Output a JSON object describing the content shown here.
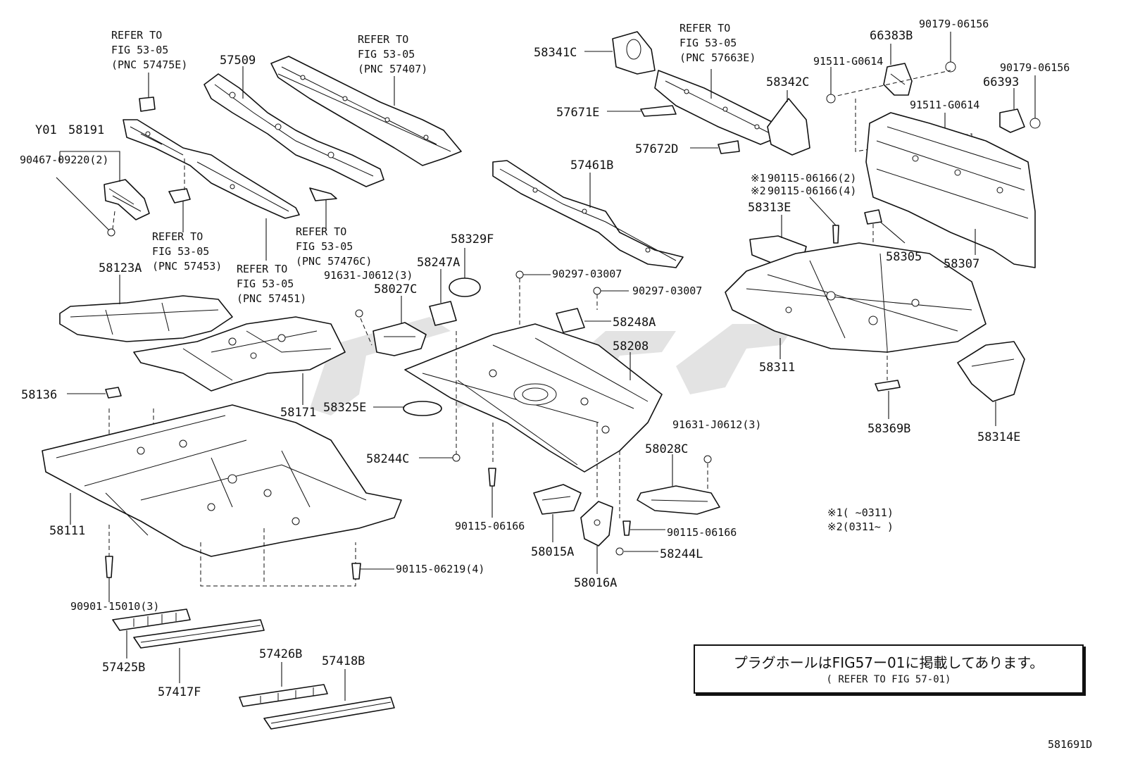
{
  "refs": {
    "r1": [
      "REFER TO",
      "FIG 53-05",
      "(PNC 57475E)"
    ],
    "r2": [
      "REFER TO",
      "FIG 53-05",
      "(PNC 57407)"
    ],
    "r3": [
      "REFER TO",
      "FIG 53-05",
      "(PNC 57663E)"
    ],
    "r4": [
      "REFER TO",
      "FIG 53-05",
      "(PNC 57453)"
    ],
    "r5": [
      "REFER TO",
      "FIG 53-05",
      "(PNC 57451)"
    ],
    "r6": [
      "REFER TO",
      "FIG 53-05",
      "(PNC 57476C)"
    ]
  },
  "labels": {
    "y01": "Y01",
    "p58191": "58191",
    "p90467": "90467-09220(2)",
    "p57509": "57509",
    "p58123A": "58123A",
    "p91631a": "91631-J0612(3)",
    "p58247A": "58247A",
    "p58329F": "58329F",
    "p58027C": "58027C",
    "p58136": "58136",
    "p58171": "58171",
    "p58325E": "58325E",
    "p58244C": "58244C",
    "p58111": "58111",
    "p90901": "90901-15010(3)",
    "p90115_06219": "90115-06219(4)",
    "p57425B": "57425B",
    "p57417F": "57417F",
    "p57426B": "57426B",
    "p57418B": "57418B",
    "p58341C": "58341C",
    "p57671E": "57671E",
    "p57672D": "57672D",
    "p58342C": "58342C",
    "p57461B": "57461B",
    "p90297a": "90297-03007",
    "p90297b": "90297-03007",
    "p58248A": "58248A",
    "p58208": "58208",
    "p91631b": "91631-J0612(3)",
    "p58028C": "58028C",
    "p90115_a": "90115-06166",
    "p58015A": "58015A",
    "p90115_b": "90115-06166",
    "p58244L": "58244L",
    "p58016A": "58016A",
    "p66383B": "66383B",
    "p90179a": "90179-06156",
    "p91511a": "91511-G0614",
    "p90179b": "90179-06156",
    "p66393": "66393",
    "p91511b": "91511-G0614",
    "p90115_n1": "90115-06166(2)",
    "p90115_n2": "90115-06166(4)",
    "mark1": "※1",
    "mark2": "※2",
    "p58313E": "58313E",
    "p58305": "58305",
    "p58307": "58307",
    "p58311": "58311",
    "p58369B": "58369B",
    "p58314E": "58314E",
    "foot1": "※1(      ~0311)",
    "foot2": "※2(0311~      )"
  },
  "note": {
    "line1": "プラグホールはFIG57ー01に掲載してあります。",
    "line2": "( REFER TO FIG 57-01)"
  },
  "diagram_code": "581691D"
}
